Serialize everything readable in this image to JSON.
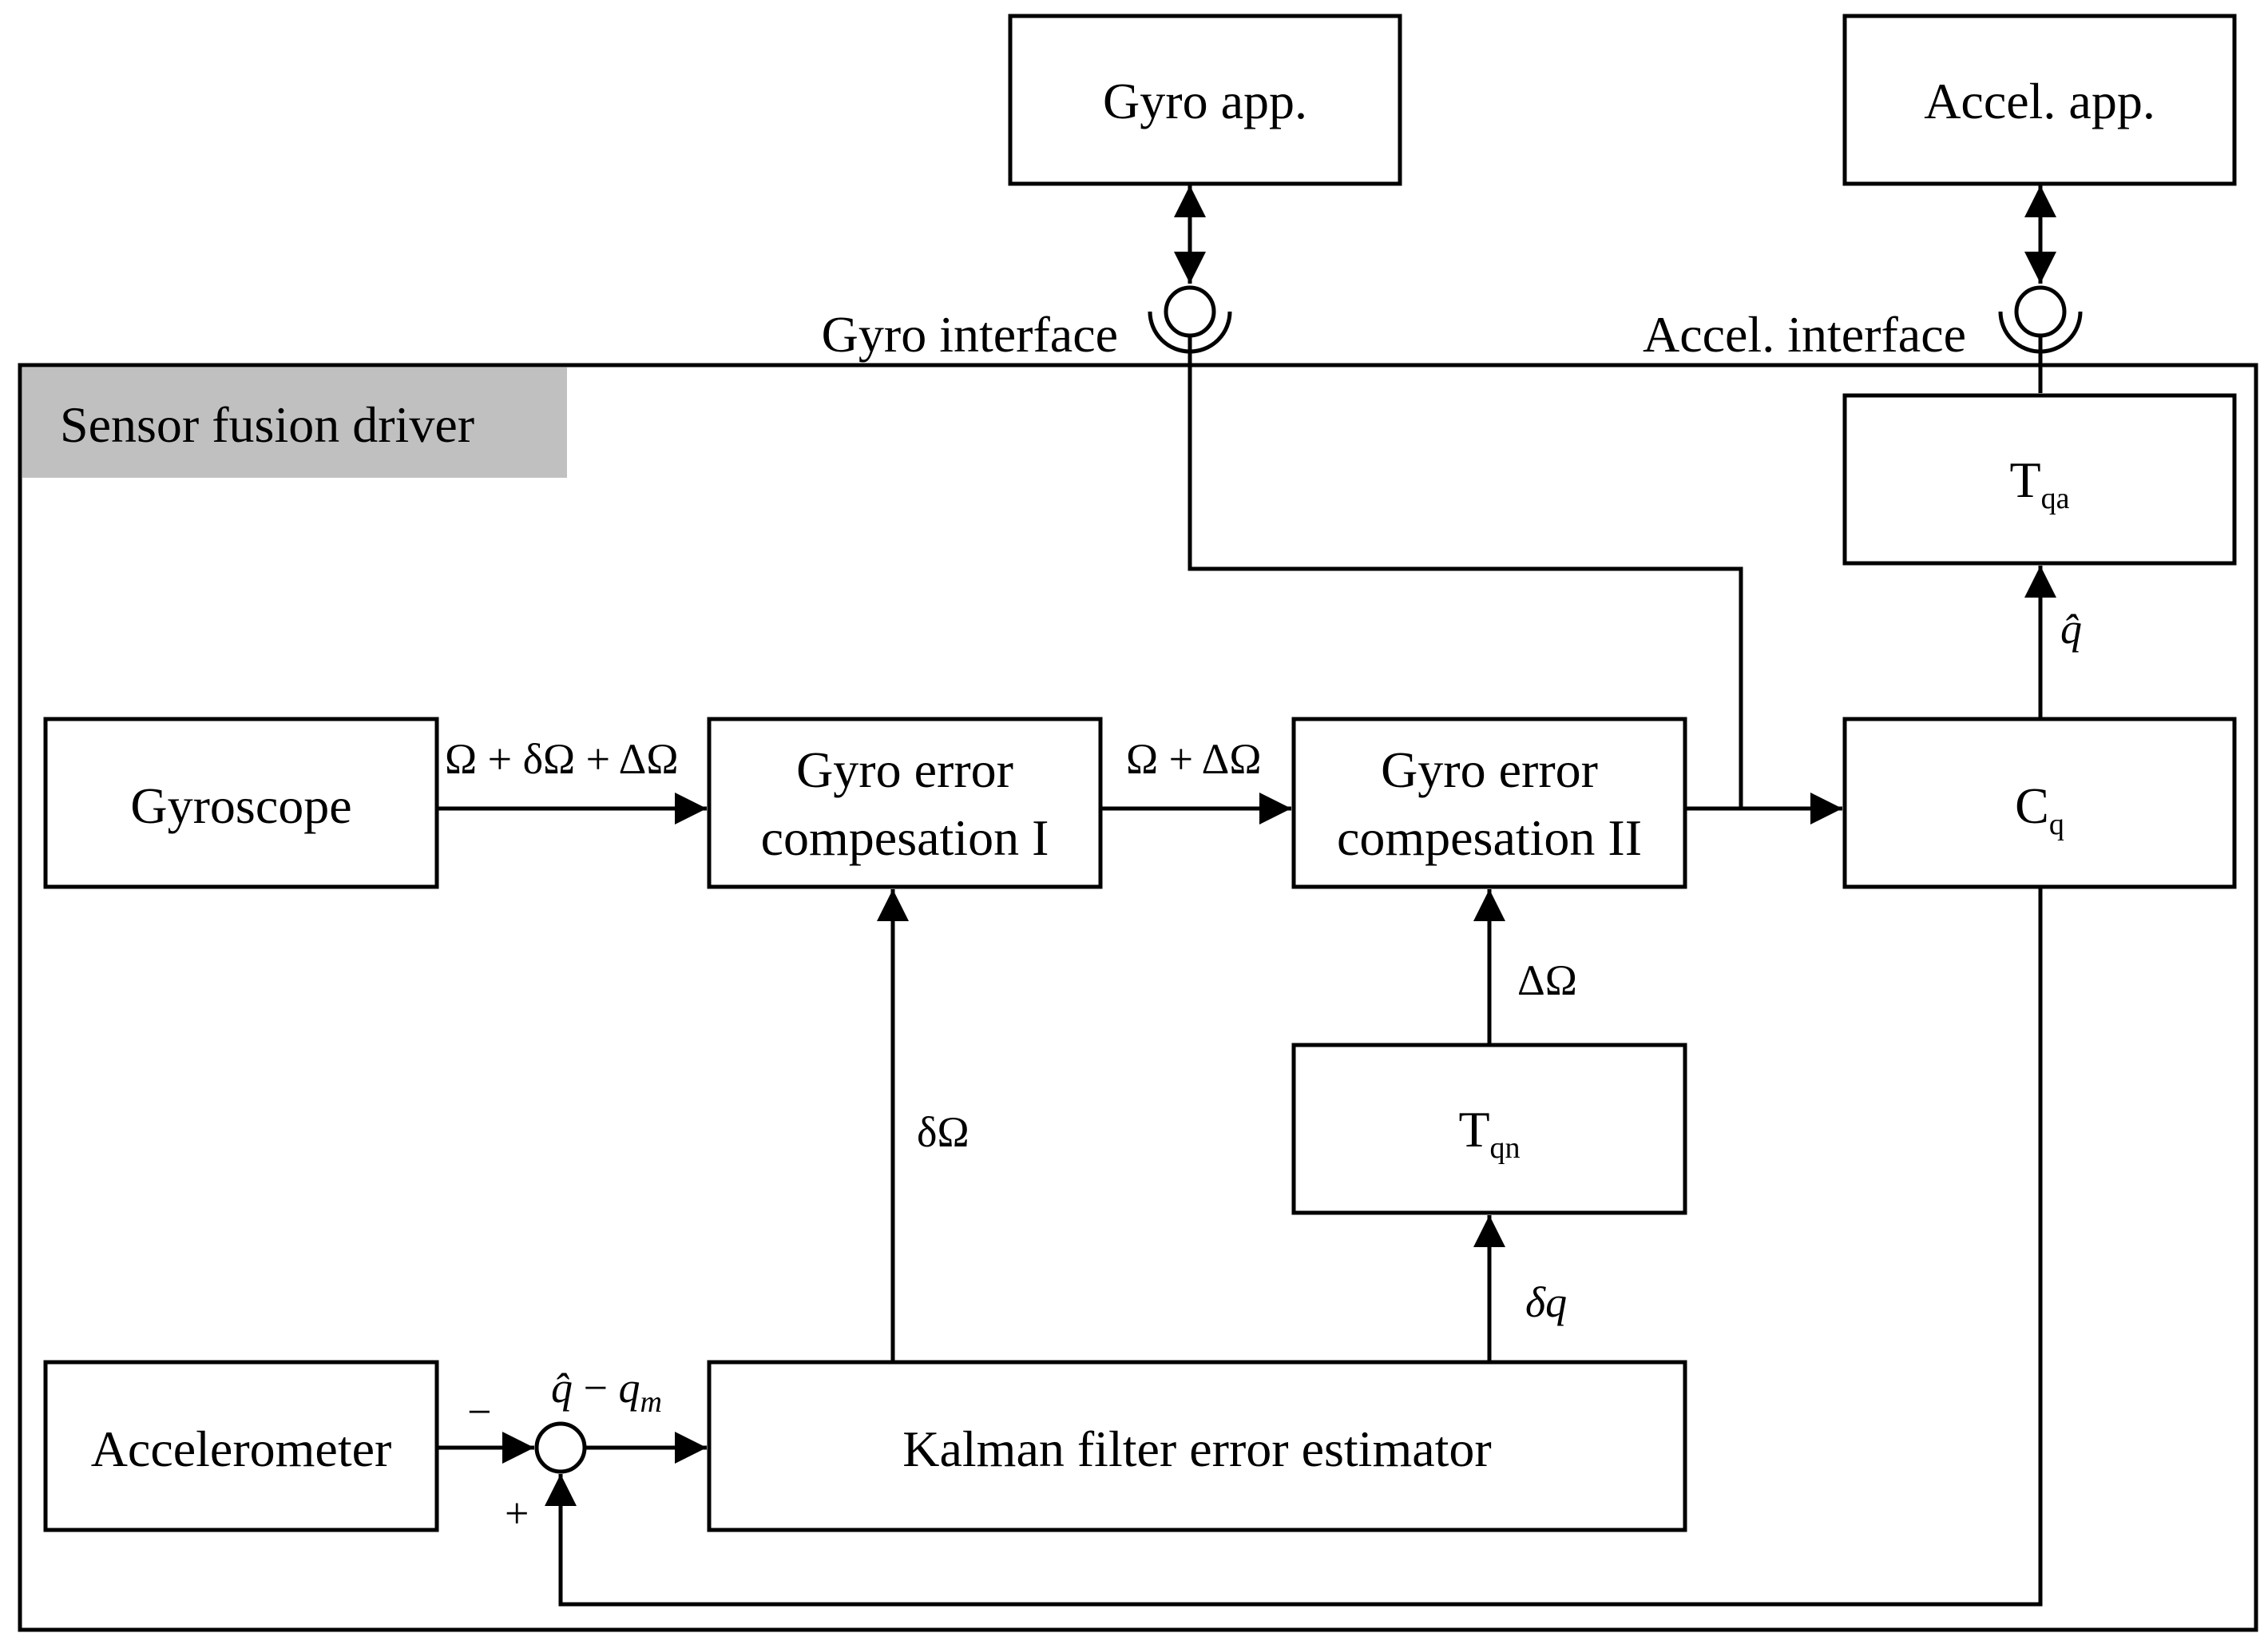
{
  "external": {
    "gyro_app": "Gyro app.",
    "accel_app": "Accel. app.",
    "gyro_interface": "Gyro interface",
    "accel_interface": "Accel. interface"
  },
  "driver": {
    "title": "Sensor fusion driver",
    "title_bg": "#c0c0c0"
  },
  "blocks": {
    "gyroscope": "Gyroscope",
    "gyro_comp_1": [
      "Gyro error",
      "compesation I"
    ],
    "gyro_comp_2": [
      "Gyro error",
      "compesation II"
    ],
    "cq": {
      "main": "C",
      "sub": "q"
    },
    "tqa": {
      "main": "T",
      "sub": "qa"
    },
    "tqn": {
      "main": "T",
      "sub": "qn"
    },
    "accelerometer": "Accelerometer",
    "kalman": "Kalman filter error estimator"
  },
  "signals": {
    "gyro_raw": "Ω + δΩ + ΔΩ",
    "gyro_partial": "Ω + ΔΩ",
    "delta_omega_small": "δΩ",
    "delta_omega_big": "ΔΩ",
    "delta_q": "δq",
    "q_hat": "q̂",
    "error_q_hat": "q̂",
    "error_minus": " − ",
    "error_q": "q",
    "error_q_sub": "m",
    "minus_sign": "−",
    "plus_sign": "+"
  }
}
